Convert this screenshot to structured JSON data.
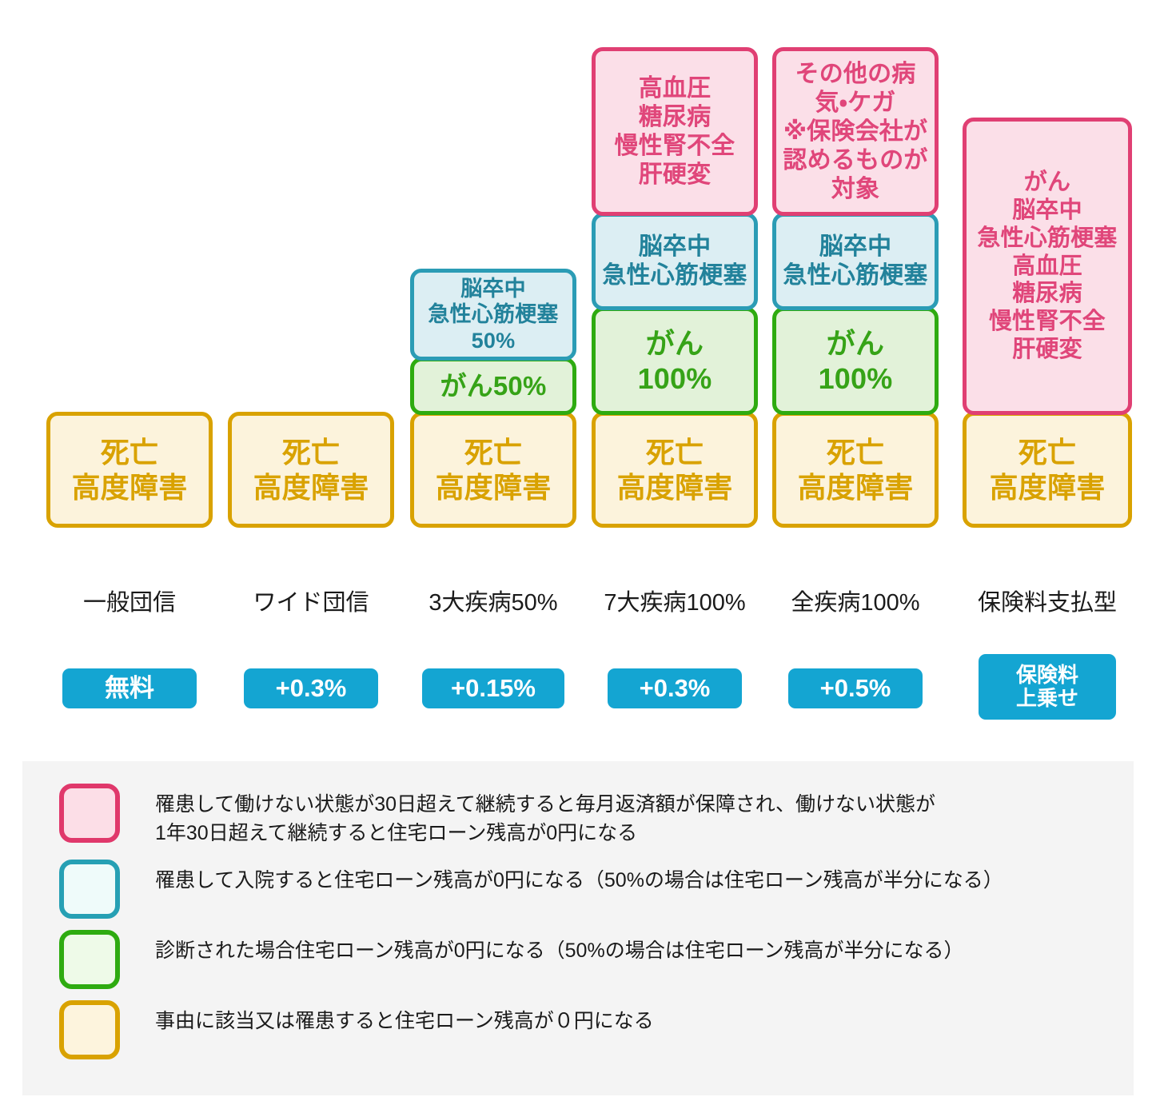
{
  "columns": [
    {
      "name": "ippan-danshin",
      "label": "一般団信",
      "price": {
        "lines": [
          "無料"
        ]
      },
      "boxes": [
        {
          "type": "yellow",
          "lines": [
            "死亡",
            "高度障害"
          ]
        }
      ]
    },
    {
      "name": "wide-danshin",
      "label": "ワイド団信",
      "price": {
        "lines": [
          "+0.3%"
        ]
      },
      "boxes": [
        {
          "type": "yellow",
          "lines": [
            "死亡",
            "高度障害"
          ]
        }
      ]
    },
    {
      "name": "3dai-shippei-50",
      "label": "3大疾病50%",
      "price": {
        "lines": [
          "+0.15%"
        ]
      },
      "boxes": [
        {
          "type": "cyan",
          "lines": [
            "脳卒中",
            "急性心筋梗塞",
            "50%"
          ]
        },
        {
          "type": "green",
          "lines": [
            "がん50%"
          ]
        },
        {
          "type": "yellow",
          "lines": [
            "死亡",
            "高度障害"
          ]
        }
      ]
    },
    {
      "name": "7dai-shippei-100",
      "label": "7大疾病100%",
      "price": {
        "lines": [
          "+0.3%"
        ]
      },
      "boxes": [
        {
          "type": "pink",
          "lines": [
            "高血圧",
            "糖尿病",
            "慢性腎不全",
            "肝硬変"
          ]
        },
        {
          "type": "cyan",
          "lines": [
            "脳卒中",
            "急性心筋梗塞"
          ]
        },
        {
          "type": "green",
          "lines": [
            "がん",
            "100%"
          ]
        },
        {
          "type": "yellow",
          "lines": [
            "死亡",
            "高度障害"
          ]
        }
      ]
    },
    {
      "name": "zen-shippei-100",
      "label": "全疾病100%",
      "price": {
        "lines": [
          "+0.5%"
        ]
      },
      "boxes": [
        {
          "type": "pink",
          "lines": [
            "その他の病",
            "気・ケガ",
            "※保険会社が",
            "認めるものが",
            "対象"
          ]
        },
        {
          "type": "cyan",
          "lines": [
            "脳卒中",
            "急性心筋梗塞"
          ]
        },
        {
          "type": "green",
          "lines": [
            "がん",
            "100%"
          ]
        },
        {
          "type": "yellow",
          "lines": [
            "死亡",
            "高度障害"
          ]
        }
      ]
    },
    {
      "name": "hokenryo-shiharai-gata",
      "label": "保険料支払型",
      "price": {
        "lines": [
          "保険料",
          "上乗せ"
        ]
      },
      "boxes": [
        {
          "type": "pink",
          "lines": [
            "がん",
            "脳卒中",
            "急性心筋梗塞",
            "高血圧",
            "糖尿病",
            "慢性腎不全",
            "肝硬変"
          ]
        },
        {
          "type": "yellow",
          "lines": [
            "死亡",
            "高度障害"
          ]
        }
      ]
    }
  ],
  "legend": [
    {
      "swatch": "pink",
      "lines": [
        "罹患して働けない状態が30日超えて継続すると毎月返済額が保障され、働けない状態が",
        "1年30日超えて継続すると住宅ローン残高が0円になる"
      ]
    },
    {
      "swatch": "cyan",
      "lines": [
        "罹患して入院すると住宅ローン残高が0円になる（50%の場合は住宅ローン残高が半分になる）"
      ]
    },
    {
      "swatch": "green",
      "lines": [
        "診断された場合住宅ローン残高が0円になる（50%の場合は住宅ローン残高が半分になる）"
      ]
    },
    {
      "swatch": "yellow",
      "lines": [
        "事由に該当又は罹患すると住宅ローン残高が０円になる"
      ]
    }
  ],
  "colors": {
    "pink_border": "#e0386b",
    "pink_fill": "#fbdfe8",
    "cyan_border": "#2b9cb5",
    "cyan_fill": "#dceef3",
    "green_border": "#2eab10",
    "green_fill": "#e2f2d9",
    "yellow_border": "#d9a200",
    "yellow_fill": "#fcf3dc",
    "badge_blue": "#14a5d2",
    "legend_bg": "#f4f4f4"
  }
}
